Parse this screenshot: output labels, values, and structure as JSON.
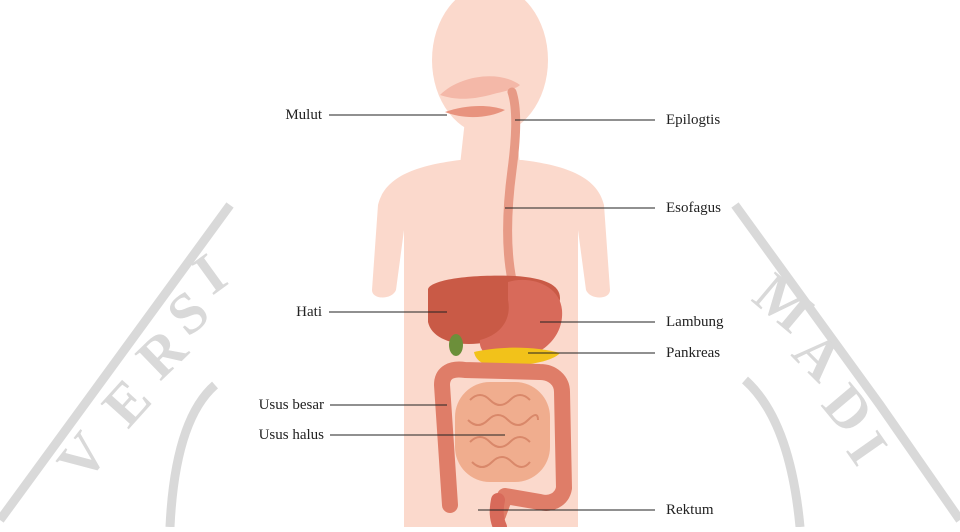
{
  "labels": {
    "mulut": "Mulut",
    "epiglottis": "Epilogtis",
    "esofagus": "Esofagus",
    "hati": "Hati",
    "lambung": "Lambung",
    "pankreas": "Pankreas",
    "usus_besar": "Usus besar",
    "usus_halus": "Usus halus",
    "rektum": "Rektum"
  },
  "colors": {
    "body": "#fbd9cc",
    "liver": "#c95a46",
    "stomach": "#d86a5a",
    "esophagus": "#e79a86",
    "pancreas": "#f2c21a",
    "large_intestine": "#df7d68",
    "small_intestine": "#f0ad8e",
    "watermark": "#d9d9d9",
    "leader_line": "#222222"
  }
}
